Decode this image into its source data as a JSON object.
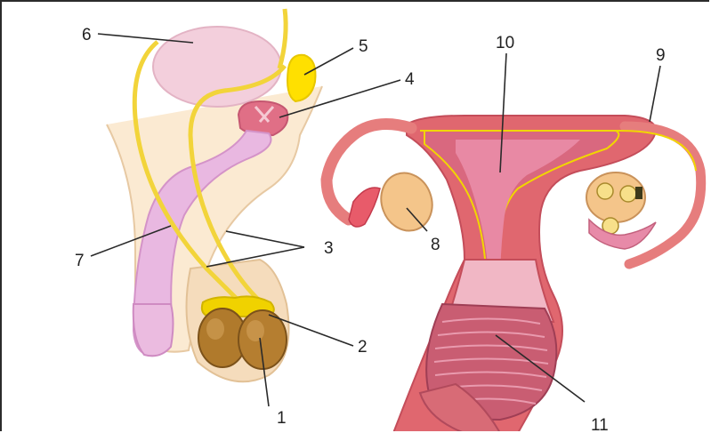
{
  "labels": [
    "1",
    "2",
    "3",
    "4",
    "5",
    "6",
    "7",
    "8",
    "9",
    "10",
    "11"
  ],
  "colors": {
    "background": "#ffffff",
    "border": "#2b2b2b",
    "leader_line": "#2a2a2a",
    "label_text": "#222222",
    "skin": "#f7d9b5",
    "bladder": "#f3cfdc",
    "duct": "#f2d43a",
    "seminal_vesicle": "#ffe000",
    "prostate": "#e06f86",
    "penis": "#e9b8e1",
    "testis": "#b07a2c",
    "epididymis": "#f0d200",
    "uterus_wall": "#e0676f",
    "uterus_lining": "#d9687f",
    "fallopian_tube": "#e67d7d",
    "ovary": "#f4c58a",
    "vagina": "#c95d72"
  }
}
